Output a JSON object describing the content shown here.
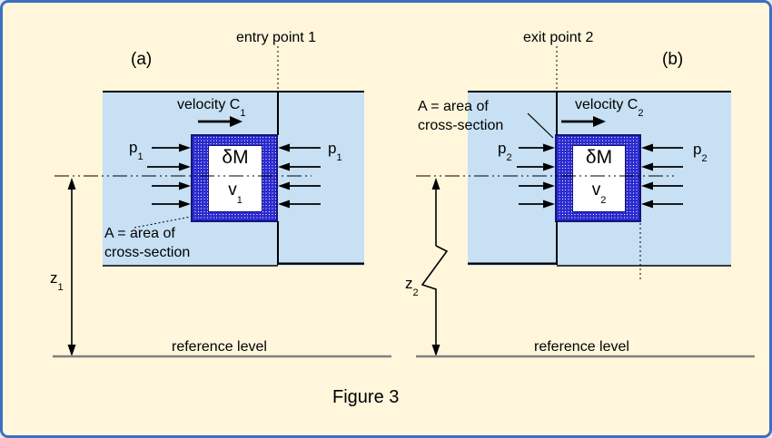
{
  "caption": "Figure 3",
  "colors": {
    "background": "#FFF6DC",
    "frame_border": "#3E6EC2",
    "fluid_fill": "#C7E0F3",
    "hatch_blue": "#2B2BD0",
    "box_border": "#14147A",
    "line_black": "#000000",
    "reference_grey": "#808080"
  },
  "panel_a": {
    "tag": "(a)",
    "point": "entry point 1",
    "velocity": {
      "text": "velocity C",
      "sub": "1"
    },
    "pressure_left": {
      "text": "p",
      "sub": "1"
    },
    "pressure_right": {
      "text": "p",
      "sub": "1"
    },
    "mass": "δM",
    "specific_volume": {
      "text": "v",
      "sub": "1"
    },
    "area_note": {
      "line1": "A = area of",
      "line2": "cross-section"
    },
    "height": {
      "text": "z",
      "sub": "1"
    },
    "reference": "reference level"
  },
  "panel_b": {
    "tag": "(b)",
    "point": "exit point 2",
    "velocity": {
      "text": "velocity C",
      "sub": "2"
    },
    "pressure_left": {
      "text": "p",
      "sub": "2"
    },
    "pressure_right": {
      "text": "p",
      "sub": "2"
    },
    "mass": "δM",
    "specific_volume": {
      "text": "v",
      "sub": "2"
    },
    "area_note": {
      "line1": "A = area of",
      "line2": "cross-section"
    },
    "height": {
      "text": "z",
      "sub": "2"
    },
    "reference": "reference level"
  }
}
